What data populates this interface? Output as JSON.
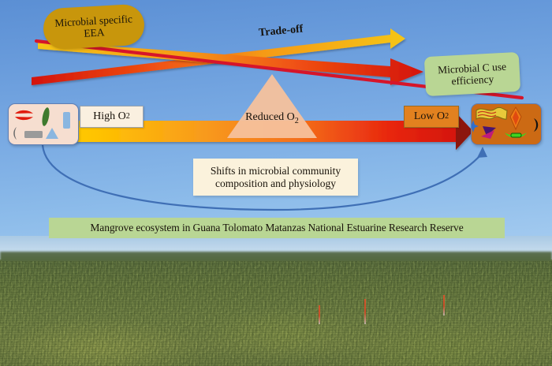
{
  "figure": {
    "title": "Mangrove microbial oxygen trade-off conceptual diagram",
    "background_sky_top": "#5b8fd4",
    "background_sky_bottom": "#a4cbf0"
  },
  "labels": {
    "eea": "Microbial specific EEA",
    "cue": "Microbial C use efficiency",
    "tradeoff": "Trade-off",
    "high_o2": "High O",
    "high_o2_sub": "2",
    "low_o2": "Low O",
    "low_o2_sub": "2",
    "reduced_o2": "Reduced O",
    "reduced_o2_sub": "2",
    "shifts": "Shifts in microbial community composition and physiology",
    "banner": "Mangrove ecosystem in Guana Tolomato Matanzas National Estuarine Research Reserve"
  },
  "colors": {
    "eea_pill": "#c8960c",
    "cue_box": "#b9d694",
    "banner": "#b9d694",
    "high_o2_box": "#faf0e0",
    "low_o2_box": "#e2811f",
    "shifts_box": "#fbf2dc",
    "triangle": "#f5c19c",
    "microbe_box_left": "#f6ded0",
    "microbe_box_right": "#cc6a14",
    "gradient_arrow_start": "#ffd500",
    "gradient_arrow_mid": "#f58a1e",
    "gradient_arrow_end": "#d81f0c",
    "gradient_arrow_head": "#8c1208",
    "yellow_arrow": "#f5c517",
    "red_arrow": "#d61a0d",
    "thin_red_line": "#d6152a",
    "blue_curve": "#3f6fb5"
  },
  "arrows": [
    {
      "name": "trade-off-left-arrow",
      "from": "Microbial C use efficiency side",
      "to": "Microbial specific EEA",
      "direction": "left",
      "color": "#f5c517"
    },
    {
      "name": "trade-off-right-arrow",
      "from": "Microbial specific EEA side",
      "to": "Microbial C use efficiency",
      "direction": "right",
      "color": "#d61a0d"
    },
    {
      "name": "oxygen-gradient-arrow",
      "from": "High O2",
      "to": "Low O2",
      "direction": "right",
      "color": "#ffd500 to #d81f0c"
    },
    {
      "name": "community-shift-curve",
      "from": "left microbial community",
      "to": "right microbial community",
      "direction": "right",
      "color": "#3f6fb5"
    }
  ],
  "microbes_left": [
    {
      "name": "red-crescent",
      "color": "#e01b0e"
    },
    {
      "name": "green-rod",
      "color": "#3f7a2e"
    },
    {
      "name": "blue-rectangle",
      "color": "#8ab6e0"
    },
    {
      "name": "gray-crescent",
      "color": "#6b6b6b"
    },
    {
      "name": "gray-rectangle",
      "color": "#9a9a9a"
    },
    {
      "name": "blue-triangle",
      "color": "#8ab6e0"
    }
  ],
  "microbes_right": [
    {
      "name": "yellow-wavy-filament",
      "color": "#e8c93a"
    },
    {
      "name": "orange-diamond",
      "color": "#f07d16"
    },
    {
      "name": "black-crescent",
      "color": "#121212"
    },
    {
      "name": "green-capsule",
      "color": "#3fd41f"
    },
    {
      "name": "purple-triangle",
      "color": "#4a1470"
    },
    {
      "name": "magenta-triangle",
      "color": "#c01a7a"
    },
    {
      "name": "blue-sparkle",
      "color": "#2f6fd0"
    }
  ],
  "photo": {
    "caption": "Mangrove ecosystem in Guana Tolomato Matanzas National Estuarine Research Reserve",
    "scene": "mangrove field with low green shrubs, distant treeline and pale blue sky",
    "markers": "orange survey stakes"
  }
}
